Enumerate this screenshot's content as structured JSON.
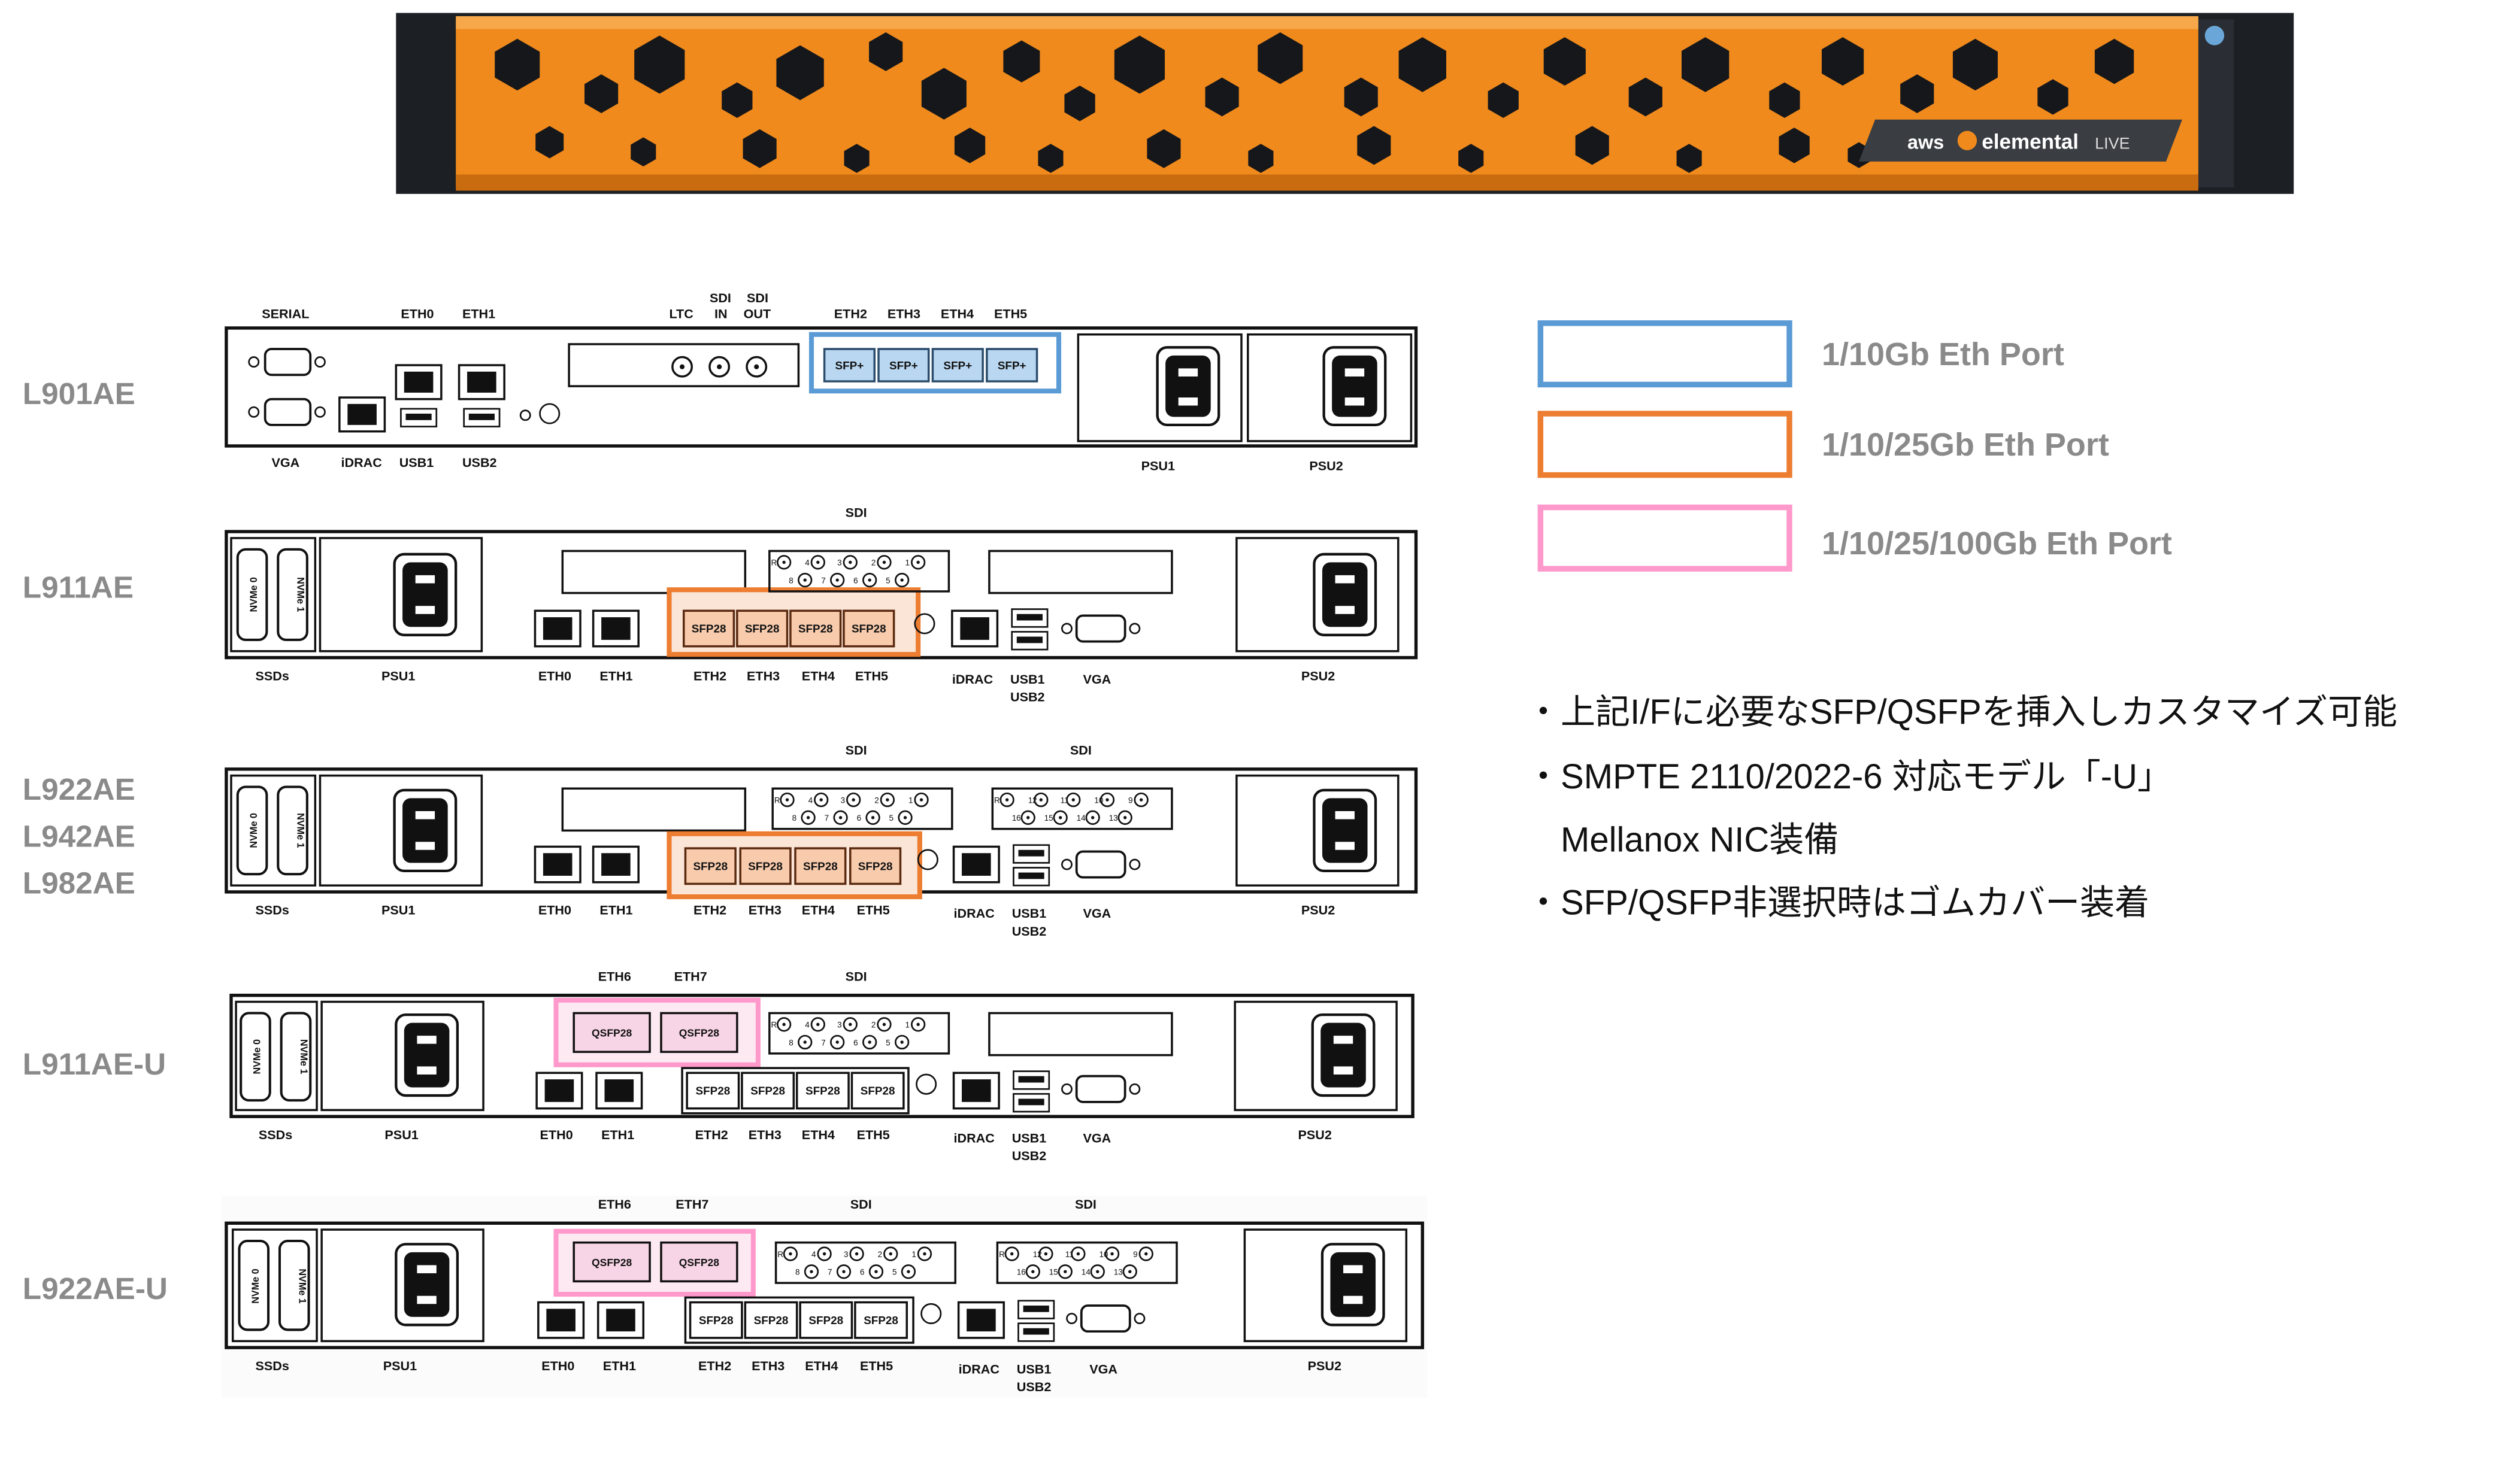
{
  "banner": {
    "brand_left": "aws",
    "brand_main": "elemental",
    "brand_right": "LIVE",
    "brand_color": "#f08a1c"
  },
  "colors": {
    "eth_10g": "#5b9bd5",
    "eth_25g": "#ed7d31",
    "eth_100g": "#ff99cc",
    "model_label": "#8a8a8a"
  },
  "legend": [
    {
      "label": "1/10Gb Eth Port",
      "color": "#5b9bd5"
    },
    {
      "label": "1/10/25Gb Eth Port",
      "color": "#ed7d31"
    },
    {
      "label": "1/10/25/100Gb Eth Port",
      "color": "#ff99cc"
    }
  ],
  "notes": [
    "・上記I/Fに必要なSFP/QSFPを挿入しカスタマイズ可能",
    "・SMPTE 2110/2022-6 対応モデル「-U」",
    "　Mellanox NIC装備",
    "・SFP/QSFP非選択時はゴムカバー装着"
  ],
  "models": {
    "l901": [
      "L901AE"
    ],
    "l911": [
      "L911AE"
    ],
    "l922": [
      "L922AE",
      "L942AE",
      "L982AE"
    ],
    "l911u": [
      "L911AE-U"
    ],
    "l922u": [
      "L922AE-U"
    ]
  },
  "labels": {
    "serial": "SERIAL",
    "eth0": "ETH0",
    "eth1": "ETH1",
    "eth2": "ETH2",
    "eth3": "ETH3",
    "eth4": "ETH4",
    "eth5": "ETH5",
    "eth6": "ETH6",
    "eth7": "ETH7",
    "ltc": "LTC",
    "sdi": "SDI",
    "sdi_in_1": "SDI",
    "sdi_in_2": "IN",
    "sdi_out_1": "SDI",
    "sdi_out_2": "OUT",
    "vga": "VGA",
    "idrac": "iDRAC",
    "usb1": "USB1",
    "usb2": "USB2",
    "psu1": "PSU1",
    "psu2": "PSU2",
    "ssds": "SSDs",
    "nvme0": "NVMe 0",
    "nvme1": "NVMe 1",
    "sfp_plus": "SFP+",
    "sfp28": "SFP28",
    "qsfp28": "QSFP28"
  },
  "sdi_numbers_a": [
    "R",
    "4",
    "3",
    "2",
    "1",
    "8",
    "7",
    "6",
    "5"
  ],
  "sdi_numbers_b": [
    "R",
    "12",
    "11",
    "10",
    "9",
    "16",
    "15",
    "14",
    "13"
  ]
}
